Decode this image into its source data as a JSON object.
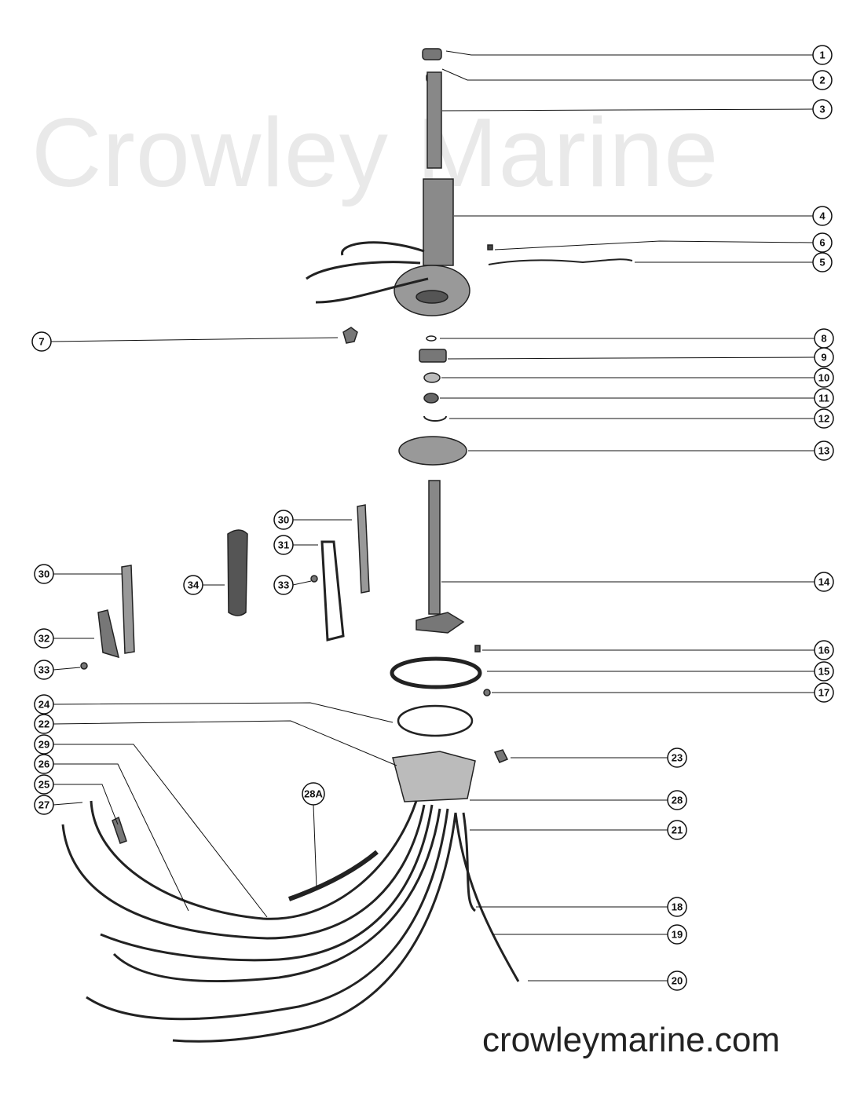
{
  "watermark": "Crowley Marine",
  "site_text": "crowleymarine.com",
  "callouts": [
    "1",
    "2",
    "3",
    "4",
    "6",
    "5",
    "7",
    "8",
    "9",
    "10",
    "11",
    "12",
    "13",
    "30",
    "31",
    "30",
    "34",
    "33",
    "14",
    "32",
    "16",
    "33",
    "15",
    "17",
    "24",
    "22",
    "29",
    "23",
    "26",
    "25",
    "28A",
    "28",
    "27",
    "21",
    "18",
    "19",
    "20"
  ],
  "colors": {
    "ink": "#111111",
    "part_fill": "#8a8a8a",
    "part_light": "#c8c8c8"
  }
}
